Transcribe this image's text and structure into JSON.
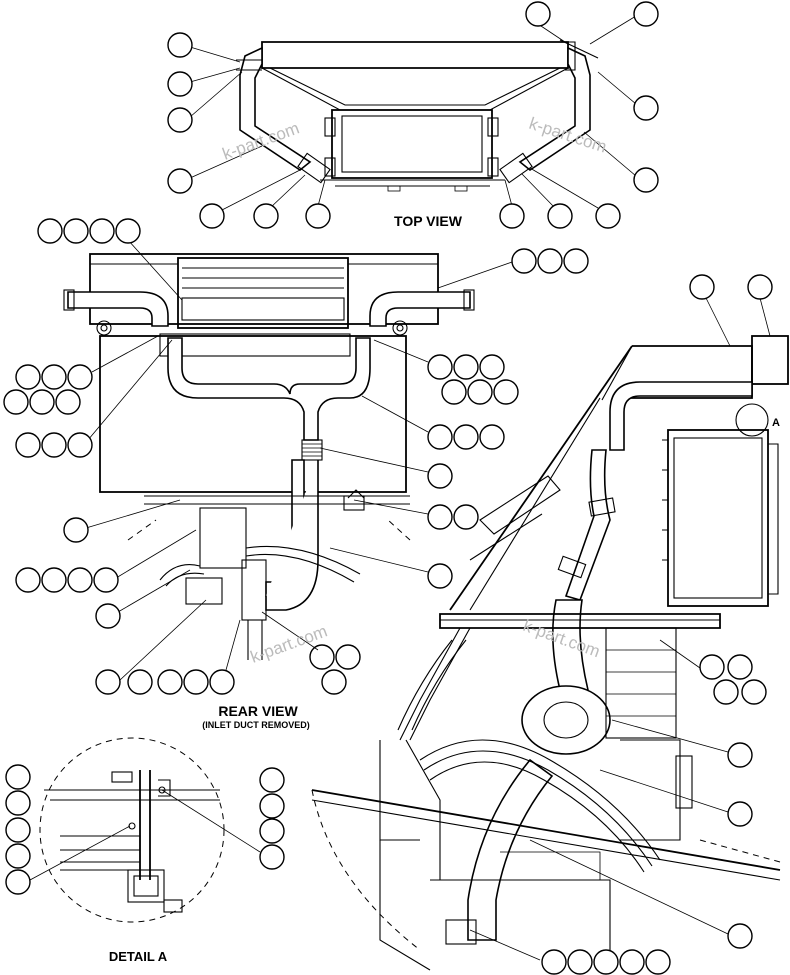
{
  "views": {
    "top": {
      "title": "TOP VIEW"
    },
    "rear": {
      "title": "REAR VIEW",
      "subtitle": "(INLET DUCT REMOVED)"
    },
    "detail": {
      "title": "DETAIL A",
      "ref_letter": "A"
    }
  },
  "watermark": "k-part.com",
  "line_color": "#000000",
  "background_color": "#ffffff",
  "watermark_color": "#bbbbbb"
}
